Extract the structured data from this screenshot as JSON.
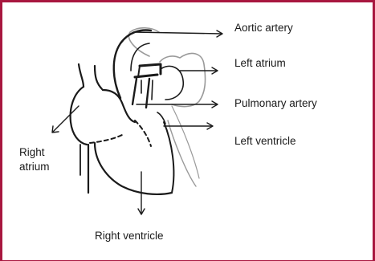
{
  "colors": {
    "frame": "#a8173f",
    "ink": "#1a1a1a",
    "shading": "#9a9a9a"
  },
  "labels": {
    "aortic_artery": "Aortic artery",
    "left_atrium": "Left atrium",
    "pulmonary_artery": "Pulmonary artery",
    "left_ventricle": "Left ventricle",
    "right_atrium_line1": "Right",
    "right_atrium_line2": "atrium",
    "right_ventricle": "Right ventricle"
  }
}
